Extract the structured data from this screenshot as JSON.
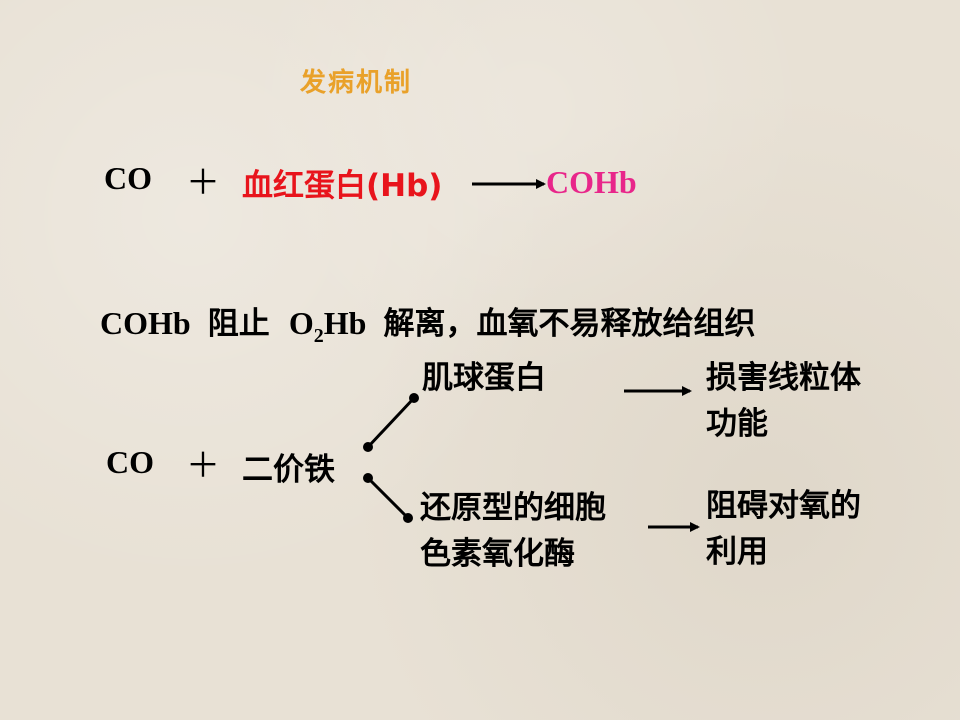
{
  "title": "发病机制",
  "equation1": {
    "reactant1": "CO",
    "plus": "＋",
    "reactant2": "血红蛋白(Hb)",
    "product": "COHb"
  },
  "statement": {
    "part1": "COHb",
    "part2": "阻止",
    "o2_o": "O",
    "o2_sub": "2",
    "o2_hb": "Hb",
    "part3": "解离，血氧不易释放给组织"
  },
  "equation2": {
    "reactant1": "CO",
    "plus": "＋",
    "reactant2": "二价铁",
    "branch_top": "肌球蛋白",
    "branch_top_result_line1": "损害线粒体",
    "branch_top_result_line2": "功能",
    "branch_bottom_line1": "还原型的细胞",
    "branch_bottom_line2": "色素氧化酶",
    "branch_bottom_result_line1": "阻碍对氧的",
    "branch_bottom_result_line2": "利用"
  }
}
